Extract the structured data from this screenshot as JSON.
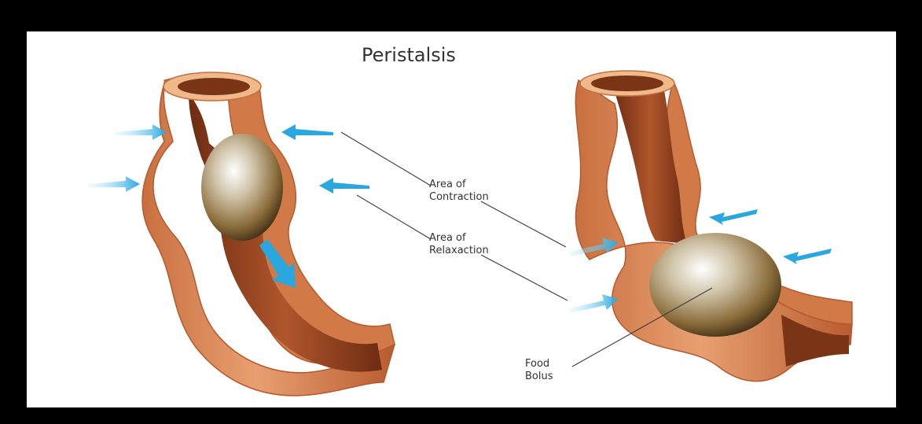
{
  "title": "Peristalsis",
  "labels": {
    "contraction_line1": "Area of",
    "contraction_line2": "Contraction",
    "relaxation_line1": "Area of",
    "relaxation_line2": "Relaxaction",
    "bolus_line1": "Food",
    "bolus_line2": "Bolus"
  },
  "colors": {
    "frame_border": "#000000",
    "background": "#ffffff",
    "tube_outer": "#d9844e",
    "tube_inner": "#8e3f1e",
    "tube_rim": "#f0b98a",
    "bolus": "#8a6c3a",
    "arrow": "#35b3e6"
  },
  "icons": [
    "arrow-right-icon",
    "arrow-left-icon",
    "arrow-down-icon"
  ]
}
